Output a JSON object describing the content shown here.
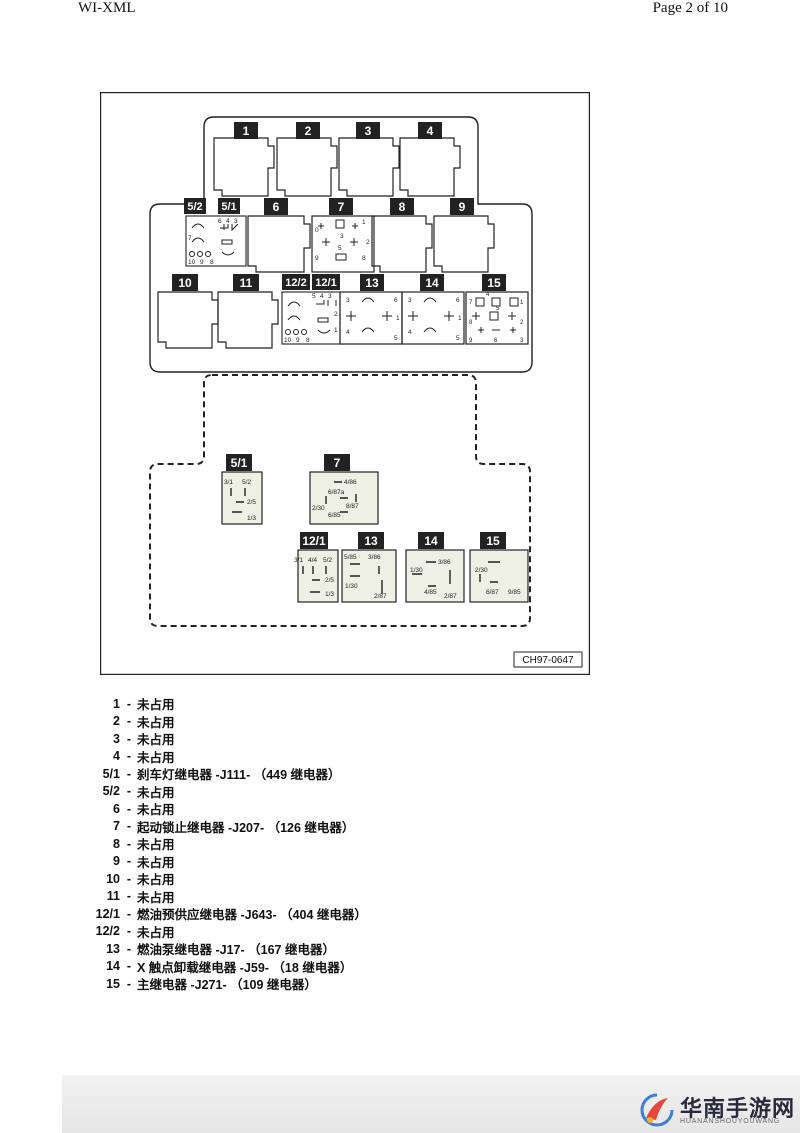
{
  "header": {
    "left": "WI-XML",
    "right": "Page 2 of 10"
  },
  "diagram": {
    "code": "CH97-0647",
    "top_labels": {
      "r1": [
        "1",
        "2",
        "3",
        "4"
      ],
      "r2": [
        "5/2",
        "5/1",
        "6",
        "7",
        "8",
        "9"
      ],
      "r3": [
        "10",
        "11",
        "12/2",
        "12/1",
        "13",
        "14",
        "15"
      ]
    },
    "bottom_labels": {
      "b51": "5/1",
      "b7": "7",
      "b121": "12/1",
      "b13": "13",
      "b14": "14",
      "b15": "15"
    },
    "pins": {
      "b51": [
        "3/1",
        "5/2",
        "2/5",
        "1/3"
      ],
      "b7": [
        "4/86",
        "6/87a",
        "8/87",
        "2/30",
        "6/85"
      ],
      "b121": [
        "3/1",
        "4/4",
        "5/2",
        "2/5",
        "1/3"
      ],
      "b13": [
        "5/85",
        "3/86",
        "1/30",
        "2/87"
      ],
      "b14": [
        "3/86",
        "1/30",
        "4/85",
        "2/87"
      ],
      "b15": [
        "2/30",
        "6/87",
        "9/85"
      ],
      "small_51": [
        "6",
        "4",
        "3"
      ],
      "small_52": [
        "7",
        "10",
        "9",
        "8"
      ],
      "small_121": [
        "5",
        "4",
        "3",
        "2",
        "1"
      ],
      "small_122": [
        "10",
        "9",
        "8"
      ],
      "small_7": [
        "0",
        "1",
        "2",
        "3",
        "5",
        "9",
        "8"
      ],
      "small_13": [
        "3",
        "6",
        "1",
        "4",
        "5"
      ],
      "small_14": [
        "3",
        "6",
        "1",
        "4",
        "5"
      ],
      "small_15": [
        "7",
        "4",
        "1",
        "8",
        "5",
        "2",
        "9",
        "6",
        "3"
      ]
    }
  },
  "legend": [
    {
      "num": "1",
      "text": "未占用"
    },
    {
      "num": "2",
      "text": "未占用"
    },
    {
      "num": "3",
      "text": "未占用"
    },
    {
      "num": "4",
      "text": "未占用"
    },
    {
      "num": "5/1",
      "text": "刹车灯继电器 -J111-  （449 继电器）"
    },
    {
      "num": "5/2",
      "text": "未占用"
    },
    {
      "num": "6",
      "text": "未占用"
    },
    {
      "num": "7",
      "text": "起动锁止继电器 -J207-  （126 继电器）"
    },
    {
      "num": "8",
      "text": "未占用"
    },
    {
      "num": "9",
      "text": "未占用"
    },
    {
      "num": "10",
      "text": "未占用"
    },
    {
      "num": "11",
      "text": "未占用"
    },
    {
      "num": "12/1",
      "text": "燃油预供应继电器 -J643-  （404 继电器）"
    },
    {
      "num": "12/2",
      "text": "未占用"
    },
    {
      "num": "13",
      "text": "燃油泵继电器 -J17-  （167 继电器）"
    },
    {
      "num": "14",
      "text": "X 触点卸载继电器 -J59-  （18 继电器）"
    },
    {
      "num": "15",
      "text": "主继电器 -J271-  （109 继电器）"
    }
  ],
  "watermark": {
    "title": "华南手游网",
    "subtitle": "HUANANSHOUYOUWANG"
  }
}
